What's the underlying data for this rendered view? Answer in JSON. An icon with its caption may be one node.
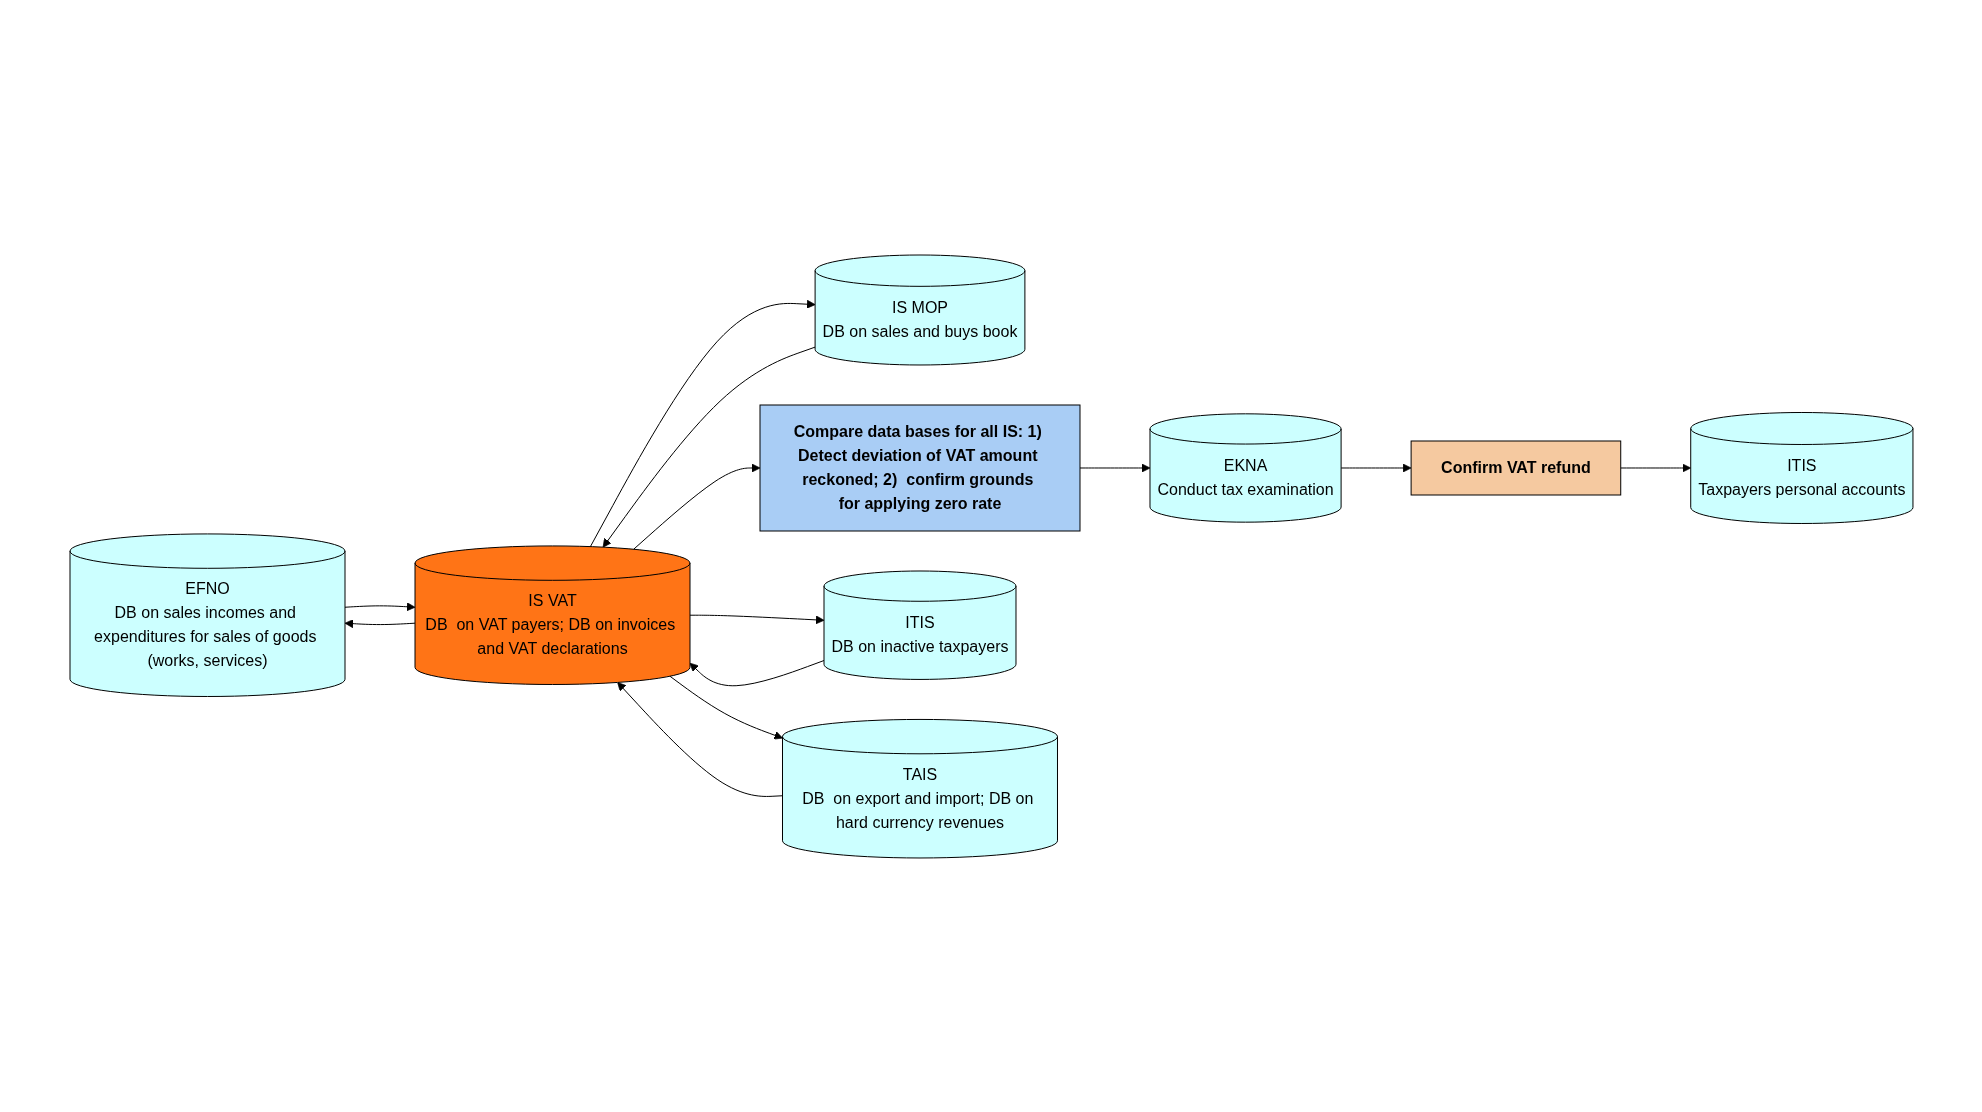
{
  "diagram": {
    "nodes": [
      {
        "text": [
          "EFNO",
          "DB on sales incomes and expenditures for sales of goods (works, services)"
        ]
      },
      {
        "text": [
          "IS MOP",
          "DB on sales and buys book"
        ]
      },
      {
        "text": [
          "Compare data bases for all IS: 1) Detect deviation of VAT amount reckoned; 2)  confirm grounds for applying zero rate"
        ]
      },
      {
        "text": [
          "IS VAT",
          "DB  on VAT payers; DB on invoices and VAT declarations"
        ]
      },
      {
        "text": [
          "EKNA",
          "Conduct tax examination"
        ]
      },
      {
        "text": [
          "ITIS",
          "DB on inactive taxpayers"
        ]
      },
      {
        "text": [
          "Confirm VAT refund"
        ]
      },
      {
        "text": [
          "TAIS",
          "DB  on export and import; DB on hard currency revenues"
        ]
      },
      {
        "text": [
          "ITIS",
          "Taxpayers personal accounts"
        ]
      }
    ],
    "edges": [
      {
        "from": 3,
        "to": 0,
        "arrow": "to"
      },
      {
        "from": 0,
        "to": 3,
        "arrow": "to"
      },
      {
        "from": 1,
        "to": 3,
        "arrow": "to"
      },
      {
        "from": 3,
        "to": 1,
        "arrow": "to"
      },
      {
        "from": 3,
        "to": 5,
        "arrow": "to"
      },
      {
        "from": 5,
        "to": 3,
        "arrow": "to"
      },
      {
        "from": 7,
        "to": 3,
        "arrow": "to"
      },
      {
        "from": 3,
        "to": 7,
        "arrow": "to"
      },
      {
        "from": 3,
        "to": 2,
        "arrow": "to"
      },
      {
        "from": 2,
        "to": 4,
        "arrow": "to"
      },
      {
        "from": 4,
        "to": 6,
        "arrow": "to"
      },
      {
        "from": 6,
        "to": 8,
        "arrow": "to"
      }
    ]
  }
}
